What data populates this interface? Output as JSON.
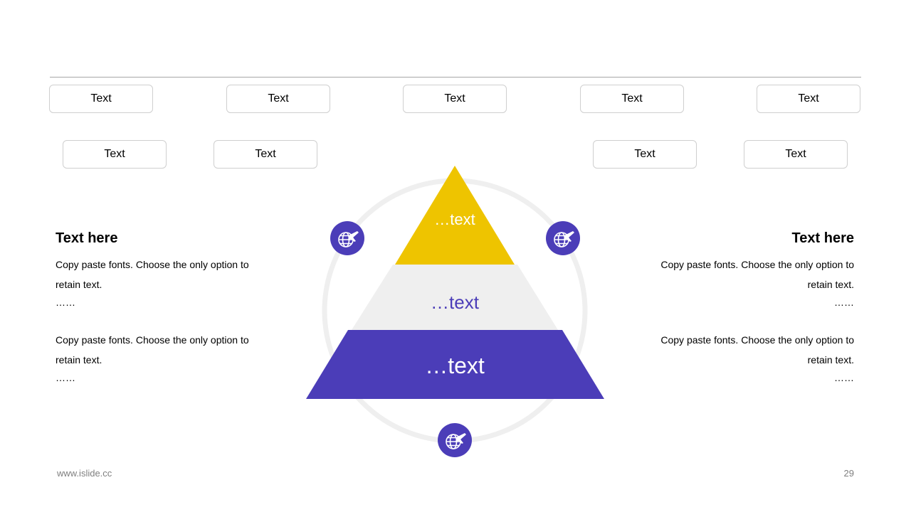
{
  "tags": {
    "row1": [
      "Text",
      "Text",
      "Text",
      "Text",
      "Text"
    ],
    "row2": [
      "Text",
      "Text",
      "Text",
      "Text"
    ]
  },
  "pyramid": {
    "top_label": "…text",
    "middle_label": "…text",
    "bottom_label": "…text",
    "colors": {
      "top": "#EEC400",
      "middle": "#EFEFEF",
      "bottom": "#4B3DB8",
      "ring": "#EFEFEF",
      "icon_bg": "#4B3DB8"
    }
  },
  "icons": [
    "globe-plane-icon",
    "globe-plane-icon",
    "globe-plane-icon"
  ],
  "left_panel": {
    "title": "Text here",
    "para1": "Copy paste fonts. Choose the only option to retain text.",
    "dots1": "……",
    "para2": "Copy paste fonts. Choose the only option to retain text.",
    "dots2": "……"
  },
  "right_panel": {
    "title": "Text here",
    "para1": "Copy paste fonts. Choose the only option to retain text.",
    "dots1": "……",
    "para2": "Copy paste fonts. Choose the only option to retain text.",
    "dots2": "……"
  },
  "footer": {
    "url": "www.islide.cc",
    "page": "29"
  }
}
